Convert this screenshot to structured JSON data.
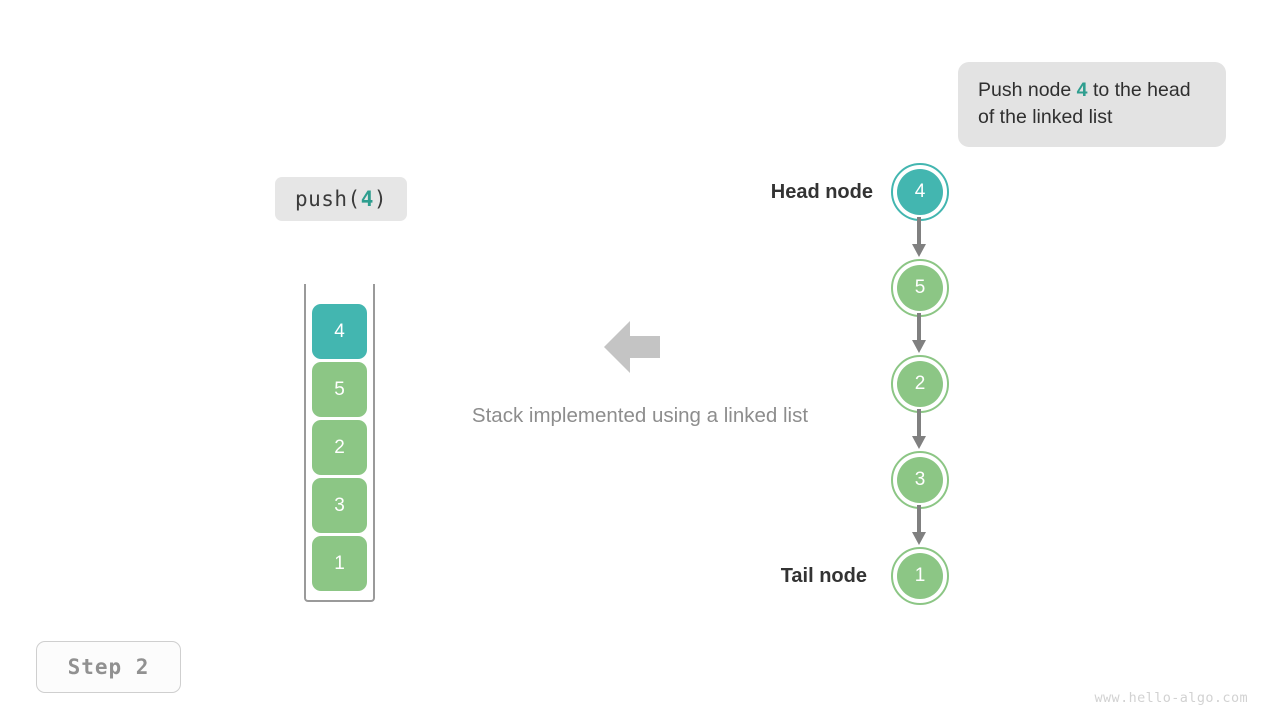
{
  "meta": {
    "step_label": "Step 2",
    "watermark": "www.hello-algo.com"
  },
  "tooltip": {
    "text_before": "Push node ",
    "highlight": "4",
    "text_after": " to the head of the linked list"
  },
  "operation": {
    "name": "push",
    "open_paren": "(",
    "argument": "4",
    "close_paren": ")"
  },
  "stack": {
    "caption": "Stack implemented using a linked list",
    "arrow_icon": "arrow-left-icon",
    "blocks": [
      {
        "value": "4",
        "color": "#43b6b0",
        "highlighted": true
      },
      {
        "value": "5",
        "color": "#8cc685",
        "highlighted": false
      },
      {
        "value": "2",
        "color": "#8cc685",
        "highlighted": false
      },
      {
        "value": "3",
        "color": "#8cc685",
        "highlighted": false
      },
      {
        "value": "1",
        "color": "#8cc685",
        "highlighted": false
      }
    ]
  },
  "linked_list": {
    "head_label": "Head node",
    "tail_label": "Tail node",
    "nodes": [
      {
        "value": "4",
        "color": "#43b6b0",
        "highlighted": true
      },
      {
        "value": "5",
        "color": "#8cc685",
        "highlighted": false
      },
      {
        "value": "2",
        "color": "#8cc685",
        "highlighted": false
      },
      {
        "value": "3",
        "color": "#8cc685",
        "highlighted": false
      },
      {
        "value": "1",
        "color": "#8cc685",
        "highlighted": false
      }
    ]
  },
  "colors": {
    "highlight_teal": "#43b6b0",
    "node_green": "#8cc685",
    "arrow_gray": "#808080",
    "caption_gray": "#8d8d8d",
    "tooltip_bg": "#e3e3e3"
  }
}
